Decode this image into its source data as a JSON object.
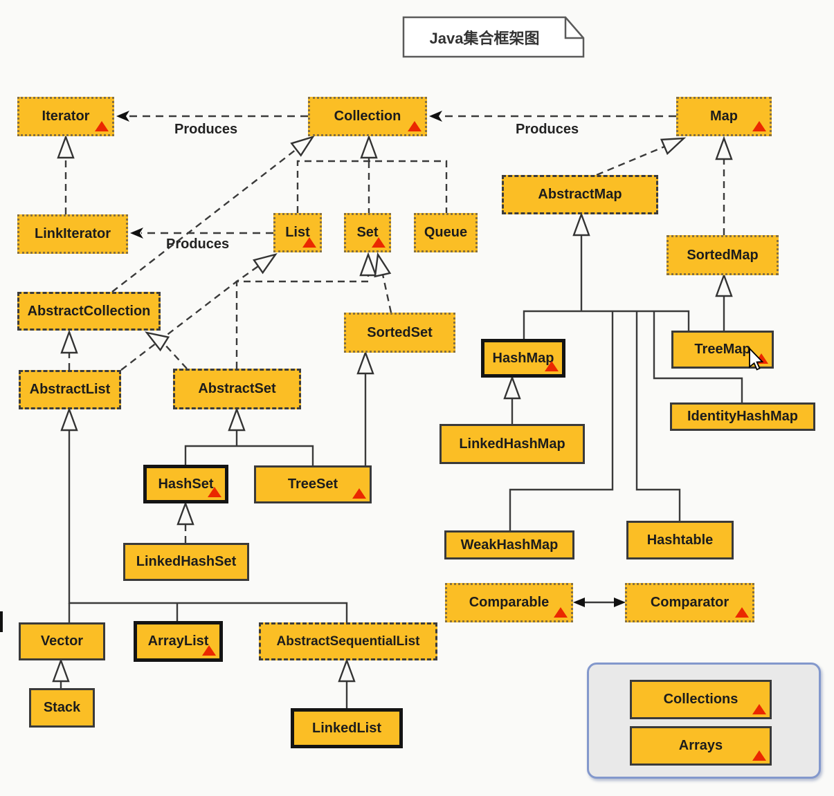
{
  "title_note": {
    "text": "Java集合框架图"
  },
  "produces_labels": {
    "collection_to_iterator": "Produces",
    "map_to_collection": "Produces",
    "list_to_linkiterator": "Produces"
  },
  "nodes": {
    "iterator": "Iterator",
    "collection": "Collection",
    "map": "Map",
    "linkiterator": "LinkIterator",
    "list": "List",
    "set": "Set",
    "queue": "Queue",
    "abstractmap": "AbstractMap",
    "sortedmap": "SortedMap",
    "abstractcollection": "AbstractCollection",
    "sortedset": "SortedSet",
    "abstractlist": "AbstractList",
    "abstractset": "AbstractSet",
    "hashmap": "HashMap",
    "treemap": "TreeMap",
    "identityhashmap": "IdentityHashMap",
    "linkedhashmap": "LinkedHashMap",
    "hashset": "HashSet",
    "treeset": "TreeSet",
    "linkedhashset": "LinkedHashSet",
    "weakhashmap": "WeakHashMap",
    "hashtable": "Hashtable",
    "comparable": "Comparable",
    "comparator": "Comparator",
    "vector": "Vector",
    "arraylist": "ArrayList",
    "abstractsequentiallist": "AbstractSequentialList",
    "stack": "Stack",
    "linkedlist": "LinkedList",
    "collections": "Collections",
    "arrays": "Arrays"
  },
  "colors": {
    "node_fill": "#FBBE25",
    "marker_red": "#EA2800",
    "panel_fill": "#E9E9E9",
    "panel_border": "#8398CC",
    "line": "#3A3A3A",
    "background": "#FAFAF8"
  }
}
